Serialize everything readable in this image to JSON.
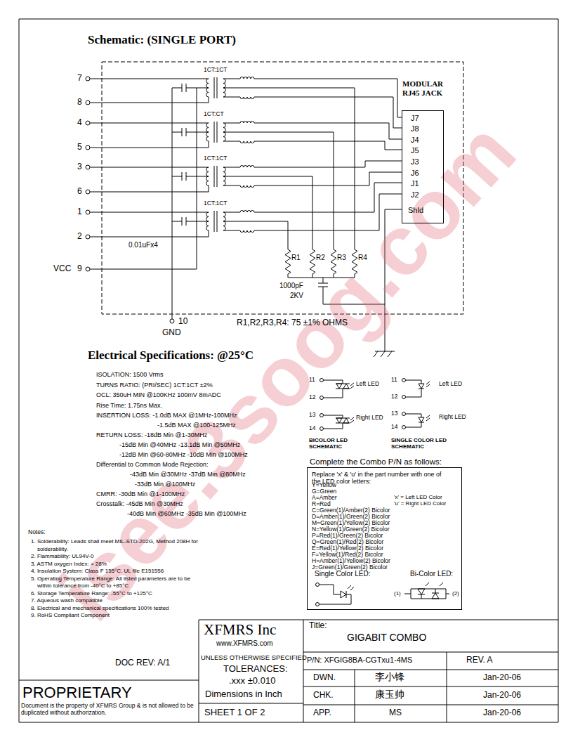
{
  "diagram": {
    "title": "Schematic: (SINGLE PORT)",
    "nodes": [
      {
        "text": [
          "MODULAR RJ45 JACK",
          "J7",
          "J8",
          "J4",
          "J5",
          "J3",
          "J6",
          "J1",
          "J2",
          "Shld"
        ]
      },
      {
        "text": [
          "Complete the Combo P/N as follows:",
          "Replace 'x' & 'u' in the part number with one of the LED color letters:",
          "Y=Yellow",
          "G=Green",
          "A=Amber",
          "R=Red",
          "'x' = Left LED Color",
          "'u' = Right LED Color",
          "C=Green(1)/Amber(2) Bicolor",
          "D=Amber(1)/Green(2) Bicolor",
          "M=Green(1)/Yellow(2) Bicolor",
          "N=Yellow(1)/Green(2) Bicolor",
          "P=Red(1)/Green(2) Bicolor",
          "Q=Green(1)/Red(2) Bicolor",
          "E=Red(1)/Yellow(2) Bicolor",
          "F=Yellow(1)/Red(2) Bicolor",
          "H=Amber(1)/Yellow(2) Bicolor",
          "J=Green(1)/Green(2) Bicolor",
          "Single Color LED:",
          "Bi-Color LED:",
          "(1)",
          "(2)"
        ]
      }
    ],
    "labels": [
      "7",
      "8",
      "4",
      "5",
      "3",
      "6",
      "1",
      "2",
      "VCC",
      "9",
      "10",
      "GND",
      "1CT:1CT",
      "1CT:CT",
      "1CT:1CT",
      "1CT:1CT",
      "0.01uFx4",
      "R1",
      "R2",
      "R3",
      "R4",
      "1000pF",
      "2KV",
      "R1,R2,R3,R4: 75 ±1% OHMS",
      "Electrical Specifications: @25°C",
      "ISOLATION: 1500 Vrms",
      "TURNS RATIO: (PRI/SEC) 1CT:1CT ±2%",
      "OCL: 350uH MIN @100KHz 100mV 8mADC",
      "Rise Time: 1.75ns Max.",
      "INSERTION LOSS: -1.0dB MAX @1MHz-100MHz",
      "-1.5dB MAX @100-125MHz",
      "RETURN LOSS: -18dB Min @1-30MHz",
      "-15dB Min @40MHz -13.1dB Min @50MHz",
      "-12dB Min @60-80MHz -10dB Min @100MHz",
      "Differential to Common Mode Rejection:",
      "-43dB Min @30MHz -37dB Min @80MHz",
      "-33dB Min @100MHz",
      "CMRR: -30dB Min @1-100MHz",
      "Crosstalk: -45dB Min @30MHz",
      "-40dB Min @60MHz -35dB Min @100MHz",
      "11",
      "12",
      "Left LED",
      "13",
      "14",
      "Right LED",
      "BICOLOR LED SCHEMATIC",
      "11",
      "12",
      "Left LED",
      "13",
      "14",
      "Right LED",
      "SINGLE COLOR LED SCHEMATIC",
      "Notes:",
      "1. Solderability: Leads shall meet MIL-STD-202G, Method 208H for solderability.",
      "2. Flammability: UL94V-0",
      "3. ASTM oxygen Index: > 28%",
      "4. Insulation System: Class F 155°C. UL file E151556",
      "5. Operating Temperature Range: All listed parameters are to be within tolerance from -40°C to +85°C",
      "6. Storage Temperature Range: -55°C to +125°C",
      "7. Aqueous wash compatible",
      "8. Electrical and mechanical specifications 100% tested",
      "9. RoHS Compliant Component",
      "isee.3soog.com",
      "XFMRS Inc",
      "www.XFMRS.com",
      "Title:",
      "GIGABIT COMBO",
      "UNLESS OTHERWISE SPECIFIED",
      "TOLERANCES:",
      ".xxx ±0.010",
      "Dimensions in Inch",
      "SHEET 1 OF 2",
      "P/N: XFGIG8BA-CGTxu1-4MS",
      "REV. A",
      "DWN.",
      "李小锋",
      "Jan-20-06",
      "CHK.",
      "康玉帅",
      "Jan-20-06",
      "APP.",
      "MS",
      "Jan-20-06",
      "DOC REV: A/1",
      "PROPRIETARY",
      "Document is the property of XFMRS Group & is not allowed to be duplicated without authorization."
    ]
  }
}
